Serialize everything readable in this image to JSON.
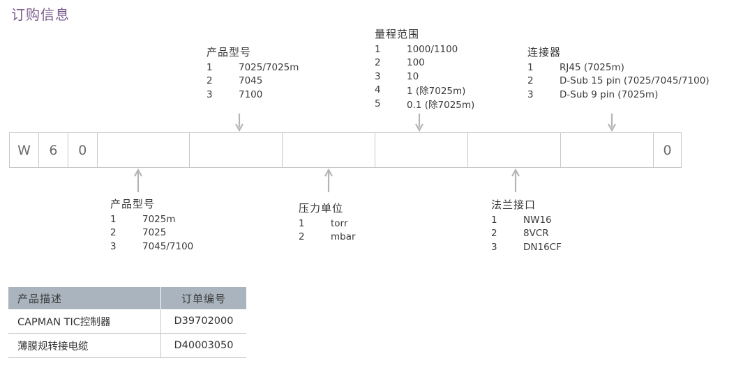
{
  "title": "订购信息",
  "code": {
    "cells": [
      "W",
      "6",
      "0",
      "",
      "",
      "",
      "",
      "",
      "",
      "0"
    ]
  },
  "top_groups": {
    "model": {
      "title": "产品型号",
      "rows": [
        {
          "num": "1",
          "text": "7025/7025m"
        },
        {
          "num": "2",
          "text": "7045"
        },
        {
          "num": "3",
          "text": "7100"
        }
      ]
    },
    "range": {
      "title": "量程范围",
      "rows": [
        {
          "num": "1",
          "text": "1000/1100"
        },
        {
          "num": "2",
          "text": "100"
        },
        {
          "num": "3",
          "text": "10"
        },
        {
          "num": "4",
          "text": "1 (除7025m)"
        },
        {
          "num": "5",
          "text": "0.1 (除7025m)"
        }
      ]
    },
    "connector": {
      "title": "连接器",
      "rows": [
        {
          "num": "1",
          "text": "RJ45 (7025m)"
        },
        {
          "num": "2",
          "text": "D-Sub 15 pin (7025/7045/7100)"
        },
        {
          "num": "3",
          "text": "D-Sub 9 pin (7025m)"
        }
      ]
    }
  },
  "bottom_groups": {
    "model": {
      "title": "产品型号",
      "rows": [
        {
          "num": "1",
          "text": "7025m"
        },
        {
          "num": "2",
          "text": "7025"
        },
        {
          "num": "3",
          "text": "7045/7100"
        }
      ]
    },
    "unit": {
      "title": "压力单位",
      "rows": [
        {
          "num": "1",
          "text": "torr"
        },
        {
          "num": "2",
          "text": "mbar"
        }
      ]
    },
    "flange": {
      "title": "法兰接口",
      "rows": [
        {
          "num": "1",
          "text": "NW16"
        },
        {
          "num": "2",
          "text": "8VCR"
        },
        {
          "num": "3",
          "text": "DN16CF"
        }
      ]
    }
  },
  "table": {
    "headers": [
      "产品描述",
      "订单编号"
    ],
    "rows": [
      [
        "CAPMAN TIC控制器",
        "D39702000"
      ],
      [
        "薄膜规转接电缆",
        "D40003050"
      ]
    ]
  },
  "colors": {
    "title": "#7a5a8c",
    "arrow": "#b5b5b5",
    "header_bg": "#a9b4be",
    "border": "#c7c7c7"
  }
}
